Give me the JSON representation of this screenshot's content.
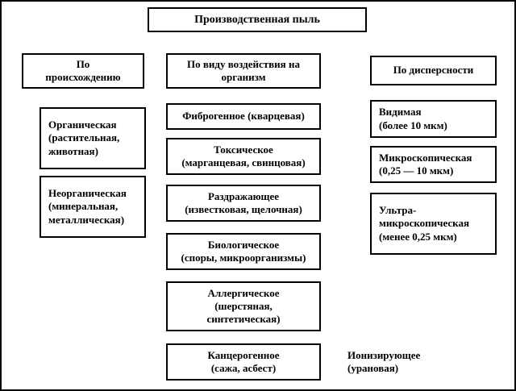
{
  "diagram": {
    "title": "Производственная пыль",
    "headers": {
      "origin": "По\nпроисхождению",
      "effect": "По виду воздействия на\nорганизм",
      "dispersity": "По дисперсности"
    },
    "origin_items": {
      "organic": "Органическая\n(растительная,\nживотная)",
      "inorganic": "Неорганическая\n(минеральная,\nметаллическая)"
    },
    "effect_items": {
      "fibrogenic": "Фиброгенное (кварцевая)",
      "toxic": "Токсическое\n(марганцевая, свинцовая)",
      "irritant": "Раздражающее\n(известковая, щелочная)",
      "biological": "Биологическое\n(споры, микроорганизмы)",
      "allergic": "Аллергическое\n(шерстяная,\nсинтетическая)",
      "carcinogenic": "Канцерогенное\n(сажа, асбест)"
    },
    "dispersity_items": {
      "visible": "Видимая\n(более 10 мкм)",
      "microscopic": "Микроскопическая\n(0,25 — 10 мкм)",
      "ultramicroscopic": "Ультра-\nмикроскопическая\n(менее 0,25 мкм)"
    },
    "extra_items": {
      "ionizing": "Ионизирующее\n(урановая)"
    },
    "colors": {
      "border": "#000000",
      "background": "#ffffff",
      "text": "#000000"
    }
  }
}
